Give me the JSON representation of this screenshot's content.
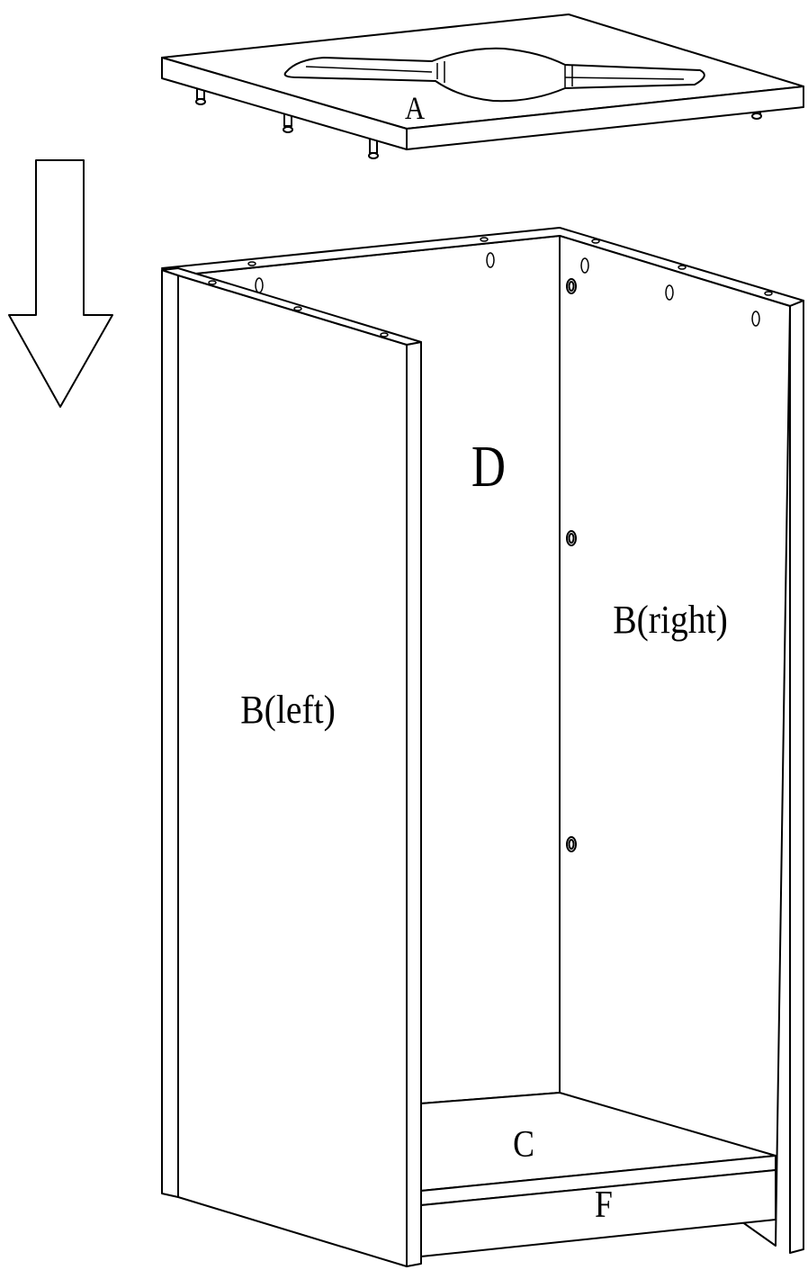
{
  "labels": {
    "panel_a": "A",
    "panel_d": "D",
    "panel_b_left": "B(left)",
    "panel_b_right": "B(right)",
    "panel_c": "C",
    "panel_f": "F"
  },
  "colors": {
    "stroke": "#000000",
    "fill": "#ffffff"
  },
  "icons": {
    "direction": "down-arrow-icon"
  }
}
